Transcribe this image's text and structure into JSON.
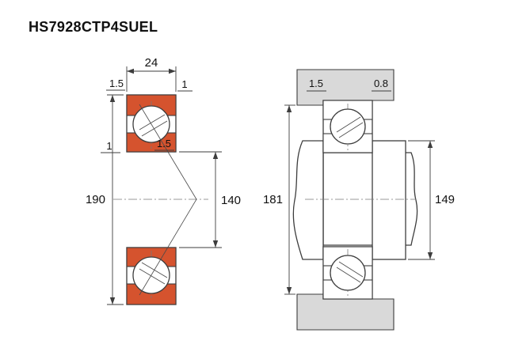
{
  "title": "HS7928CTP4SUEL",
  "colors": {
    "ring_orange": "#d5532e",
    "housing_gray": "#d9d9d9",
    "line": "#3d3d3d"
  },
  "left_view": {
    "width": "24",
    "outer_diameter": "190",
    "bore_diameter": "140",
    "chamfer_top_left": "1.5",
    "chamfer_top_right": "1",
    "chamfer_left": "1",
    "chamfer_bore": "1.5"
  },
  "right_view": {
    "housing_fillet": "1.5",
    "shaft_fillet": "0.8",
    "housing_shoulder_diameter": "181",
    "shaft_shoulder_diameter": "149"
  }
}
